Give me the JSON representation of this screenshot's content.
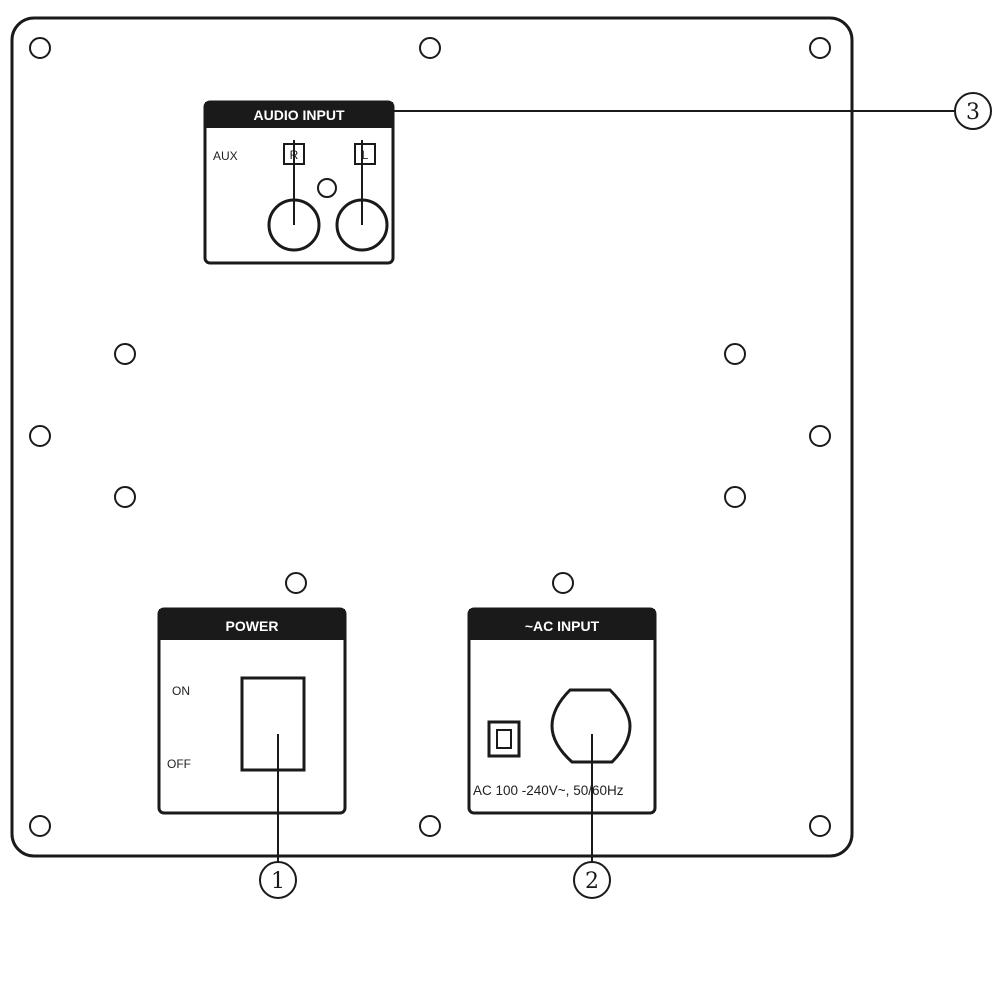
{
  "colors": {
    "ink": "#1a1a1a",
    "paper": "#ffffff"
  },
  "audio_panel": {
    "header": "AUDIO INPUT",
    "aux_label": "AUX",
    "jack_left_label": "R",
    "jack_right_label": "L"
  },
  "power_panel": {
    "header": "POWER",
    "on_label": "ON",
    "off_label": "OFF"
  },
  "ac_panel": {
    "header": "~AC INPUT",
    "rating": "AC 100 -240V~, 50/60Hz"
  },
  "callouts": [
    "1",
    "2",
    "3"
  ]
}
